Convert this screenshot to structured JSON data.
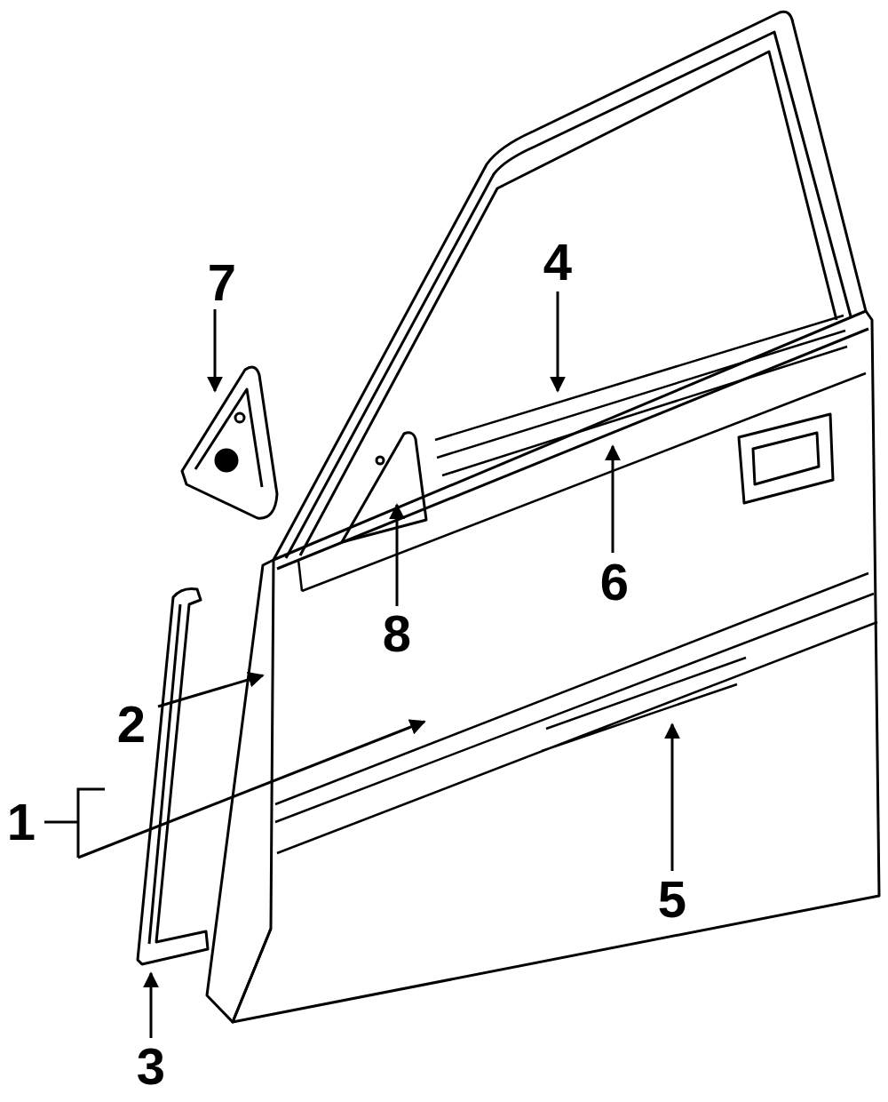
{
  "diagram": {
    "labels": [
      "7",
      "4",
      "6",
      "8",
      "2",
      "1",
      "5",
      "3"
    ]
  }
}
